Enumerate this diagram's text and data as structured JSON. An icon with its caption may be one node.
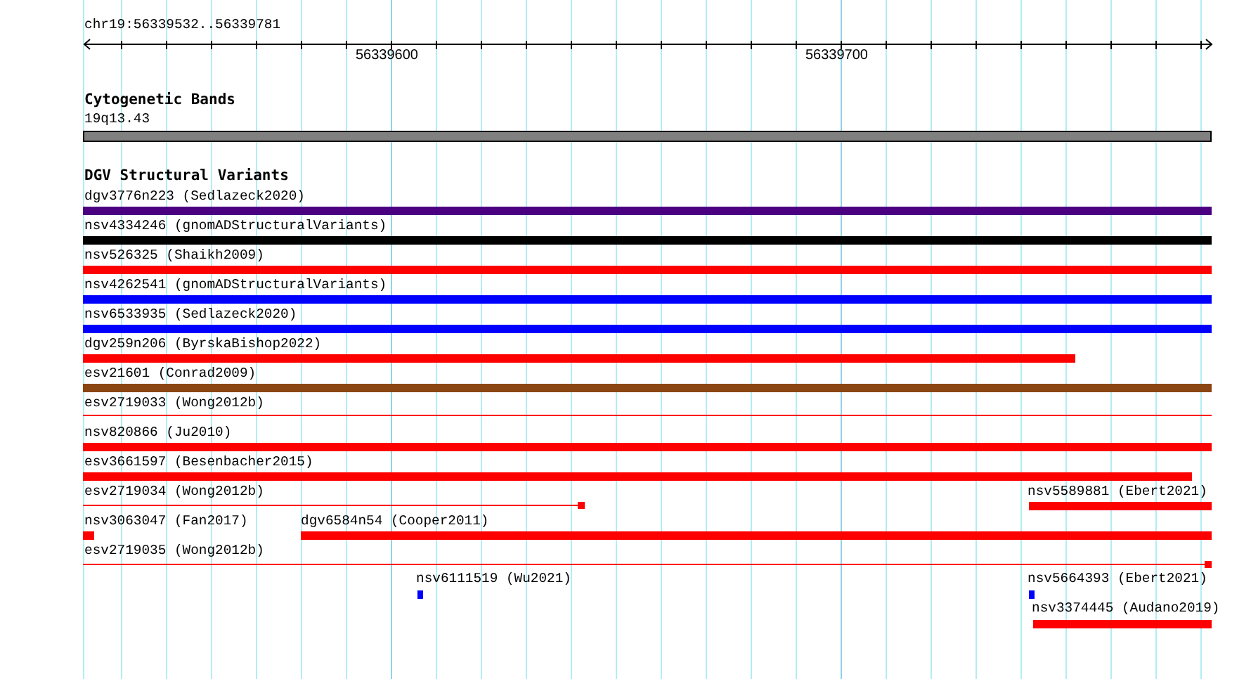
{
  "diagram": {
    "nodes": [
      {
        "text": [
          "19q13.43"
        ]
      },
      {
        "text": [
          "dgv3776n223 (Sedlazeck2020)"
        ]
      },
      {
        "text": [
          "nsv4334246 (gnomADStructuralVariants)"
        ]
      },
      {
        "text": [
          "nsv526325 (Shaikh2009)"
        ]
      },
      {
        "text": [
          "nsv4262541 (gnomADStructuralVariants)"
        ]
      },
      {
        "text": [
          "nsv6533935 (Sedlazeck2020)"
        ]
      },
      {
        "text": [
          "dgv259n206 (ByrskaBishop2022)"
        ]
      },
      {
        "text": [
          "esv21601 (Conrad2009)"
        ]
      },
      {
        "text": [
          "esv2719033 (Wong2012b)"
        ]
      },
      {
        "text": [
          "nsv820866 (Ju2010)"
        ]
      },
      {
        "text": [
          "esv3661597 (Besenbacher2015)"
        ]
      },
      {
        "text": [
          "esv2719034 (Wong2012b)"
        ]
      },
      {
        "text": [
          "nsv5589881 (Ebert2021)"
        ]
      },
      {
        "text": [
          "nsv3063047 (Fan2017)"
        ]
      },
      {
        "text": [
          "dgv6584n54 (Cooper2011)"
        ]
      },
      {
        "text": [
          "esv2719035 (Wong2012b)"
        ]
      },
      {
        "text": [
          "nsv6111519 (Wu2021)"
        ]
      },
      {
        "text": [
          "nsv5664393 (Ebert2021)"
        ]
      },
      {
        "text": [
          "nsv3374445 (Audano2019)"
        ]
      }
    ],
    "labels": [
      "chr19:56339532..56339781",
      "56339600",
      "56339700",
      "Cytogenetic Bands",
      "DGV Structural Variants"
    ]
  }
}
